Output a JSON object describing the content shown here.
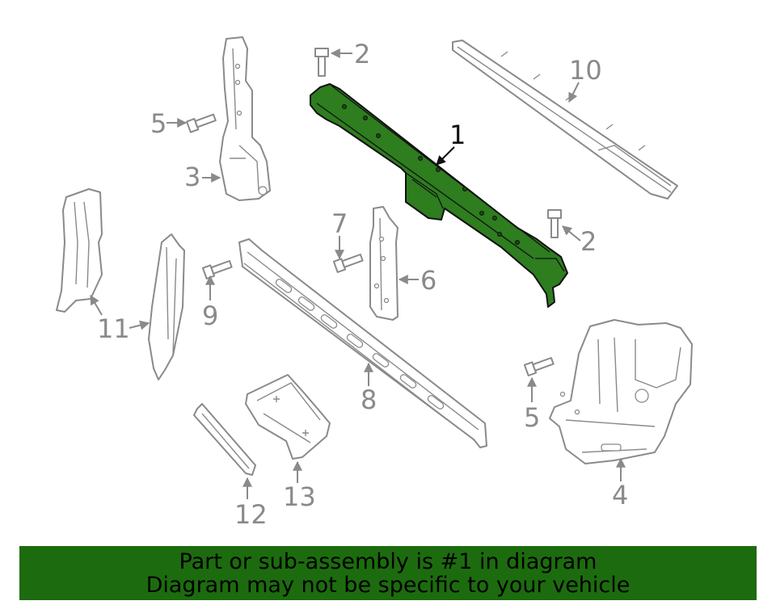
{
  "callouts": {
    "c1": "1",
    "c2a": "2",
    "c2b": "2",
    "c3": "3",
    "c4": "4",
    "c5a": "5",
    "c5b": "5",
    "c6": "6",
    "c7": "7",
    "c8": "8",
    "c9": "9",
    "c10": "10",
    "c11": "11",
    "c12": "12",
    "c13": "13"
  },
  "banner": {
    "line1": "Part or sub-assembly is #1 in diagram",
    "line2": "Diagram may not be specific to your vehicle"
  },
  "colors": {
    "highlight": "#2e7d1f",
    "banner": "#1d6b0f",
    "linework": "#8a8a8a"
  }
}
